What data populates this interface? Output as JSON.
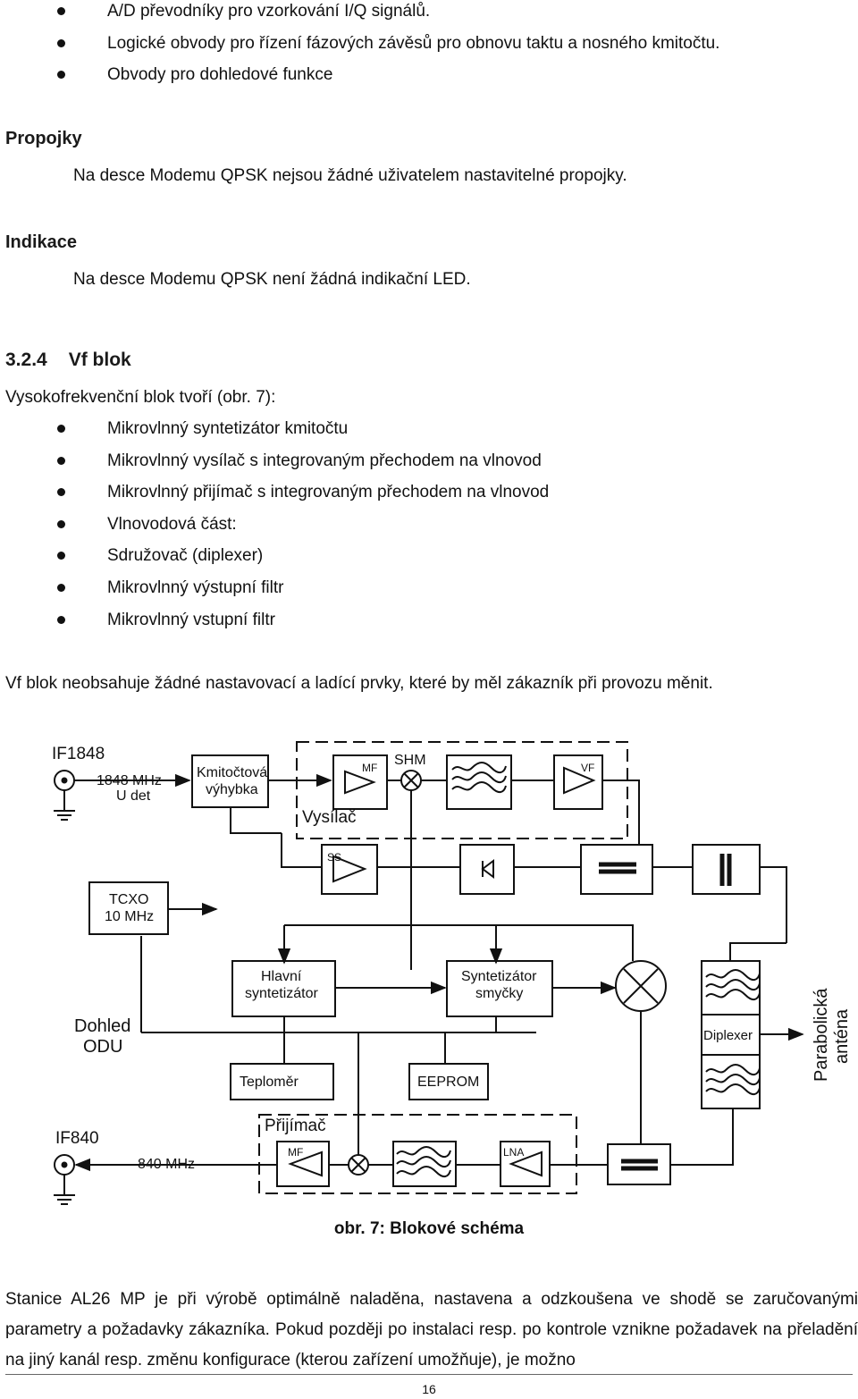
{
  "top_bullets": [
    "A/D převodníky pro vzorkování I/Q signálů.",
    "Logické obvody pro řízení fázových závěsů pro obnovu taktu a nosného kmitočtu.",
    "Obvody pro dohledové funkce"
  ],
  "propojky": {
    "heading": "Propojky",
    "text": "Na desce Modemu QPSK nejsou žádné uživatelem nastavitelné propojky."
  },
  "indikace": {
    "heading": "Indikace",
    "text": "Na desce Modemu QPSK není žádná indikační LED."
  },
  "section": {
    "number": "3.2.4",
    "title": "Vf blok",
    "intro": "Vysokofrekvenční blok tvoří (obr. 7):",
    "bullets": [
      "Mikrovlnný syntetizátor kmitočtu",
      "Mikrovlnný vysílač s integrovaným přechodem na vlnovod",
      "Mikrovlnný přijímač s integrovaným přechodem na vlnovod",
      "Vlnovodová část:",
      "Sdružovač (diplexer)",
      "Mikrovlnný výstupní filtr",
      "Mikrovlnný vstupní filtr"
    ],
    "note": "Vf blok neobsahuje žádné nastavovací a ladící prvky, které by měl zákazník při provozu měnit."
  },
  "diagram": {
    "if1848": "IF1848",
    "if1848_freq": "1848 MHz",
    "udet": "U det",
    "kmitoctova_1": "Kmitočtová",
    "kmitoctova_2": "výhybka",
    "vysilac": "Vysílač",
    "mf_tx": "MF",
    "shm": "SHM",
    "vf": "VF",
    "ss": "SS",
    "tcxo_1": "TCXO",
    "tcxo_2": "10 MHz",
    "hlavni_1": "Hlavní",
    "hlavni_2": "syntetizátor",
    "synt_1": "Syntetizátor",
    "synt_2": "smyčky",
    "dohled_1": "Dohled",
    "dohled_2": "ODU",
    "teplomer": "Teploměr",
    "eeprom": "EEPROM",
    "diplexer": "Diplexer",
    "antenna_1": "Parabolická",
    "antenna_2": "anténa",
    "if840": "IF840",
    "if840_freq": "840 MHz",
    "prijimac": "Přijímač",
    "mf_rx": "MF",
    "lna": "LNA"
  },
  "caption": "obr. 7: Blokové schéma",
  "body_text": "Stanice AL26 MP je při výrobě optimálně naladěna, nastavena a odzkoušena ve shodě se za­ručovanými parametry a požadavky zákazníka. Pokud později po instalaci resp. po kontrole vznikne požadavek na přeladění na jiný kanál resp. změnu konfigurace (kterou zařízení umožňuje), je možno",
  "page_number": "16"
}
